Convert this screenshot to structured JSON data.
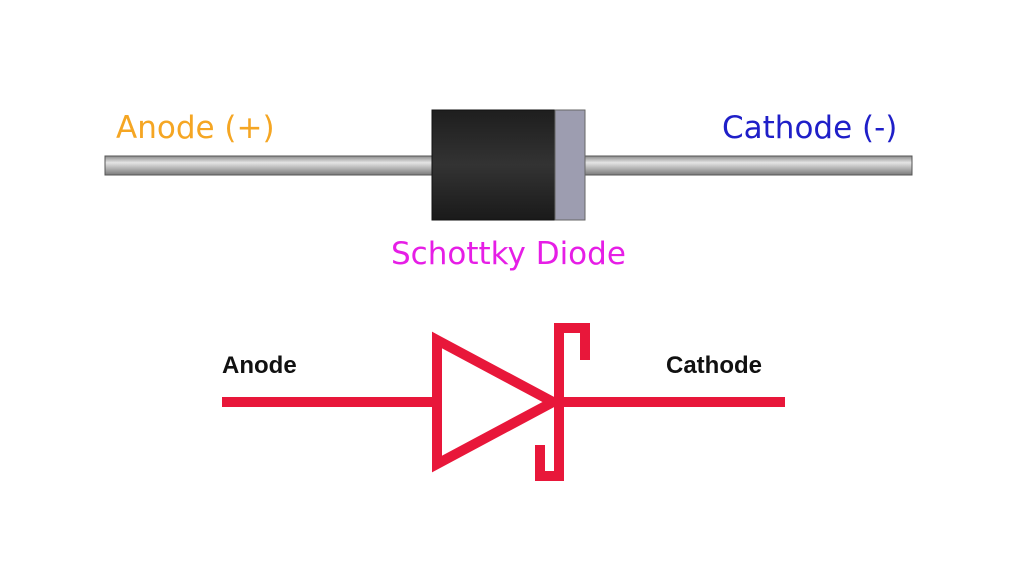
{
  "physical": {
    "anode_label": "Anode (+)",
    "cathode_label": "Cathode (-)",
    "component_name": "Schottky Diode"
  },
  "symbol": {
    "anode_label": "Anode",
    "cathode_label": "Cathode"
  },
  "colors": {
    "anode": "#f5a623",
    "cathode": "#1f1fc8",
    "name": "#e61ee6",
    "symbol": "#e8173a",
    "body": "#262626",
    "band": "#9a9aae",
    "lead": "#c4c4c4"
  }
}
